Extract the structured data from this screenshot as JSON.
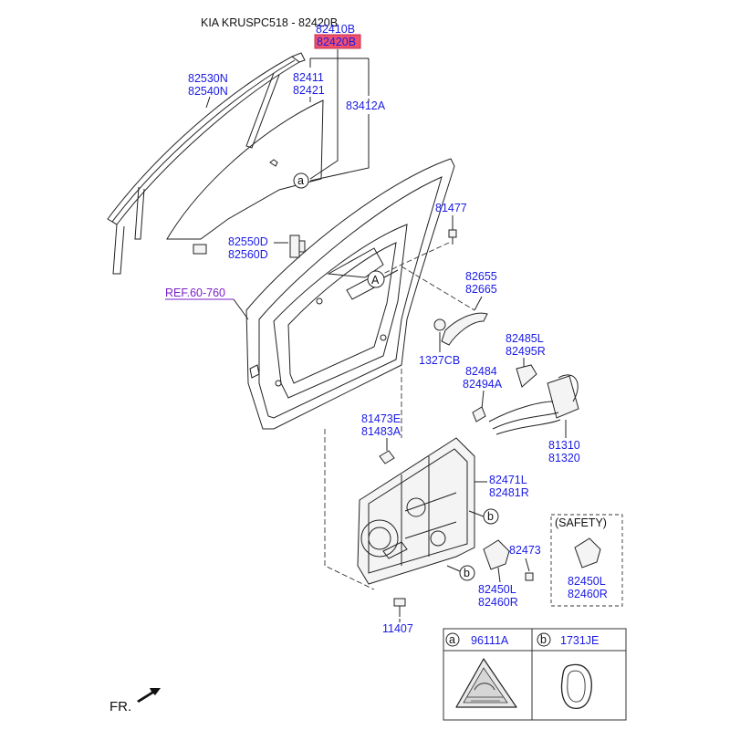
{
  "header": {
    "title": "KIA KRUSPC518 - 82420B"
  },
  "highlight": {
    "code": "82420B",
    "color": "#f0506e"
  },
  "parts": {
    "p82410b": "82410B",
    "p82530n": "82530N",
    "p82540n": "82540N",
    "p82411": "82411",
    "p82421": "82421",
    "p83412a": "83412A",
    "p81477": "81477",
    "p82550d": "82550D",
    "p82560d": "82560D",
    "p82655": "82655",
    "p82665": "82665",
    "p1327cb": "1327CB",
    "p82485l": "82485L",
    "p82495r": "82495R",
    "p82484": "82484",
    "p82494a": "82494A",
    "p81473e": "81473E",
    "p81483a": "81483A",
    "p81310": "81310",
    "p81320": "81320",
    "p82471l": "82471L",
    "p82481r": "82481R",
    "p82473": "82473",
    "p82450l": "82450L",
    "p82460r": "82460R",
    "p82450l_s": "82450L",
    "p82460r_s": "82460R",
    "p11407": "11407"
  },
  "ref": "REF.60-760",
  "safety": "(SAFETY)",
  "callouts": {
    "a": "a",
    "b": "b",
    "A": "A"
  },
  "legend": {
    "a_code": "96111A",
    "b_code": "1731JE",
    "a_letter": "a",
    "b_letter": "b"
  },
  "direction": "FR.",
  "colors": {
    "part_number": "#1a1ae6",
    "ref": "#7a1fc9"
  }
}
